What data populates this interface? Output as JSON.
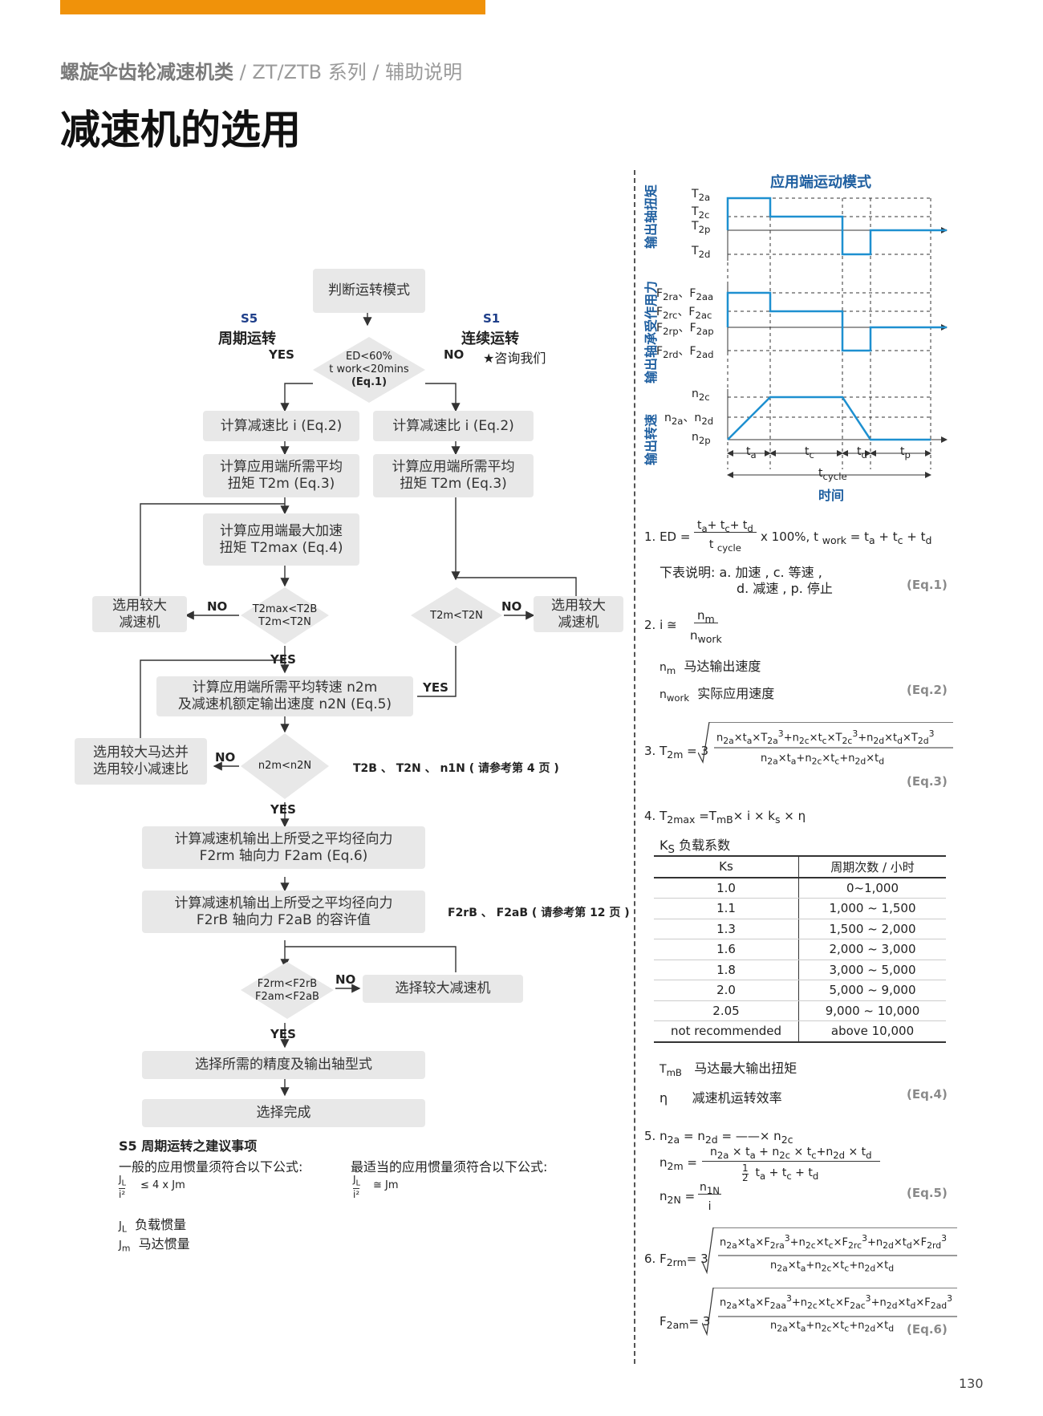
{
  "header": {
    "category": "螺旋伞齿轮减速机类",
    "series": " / ZT/ZTB 系列 / 辅助说明",
    "title": "减速机的选用"
  },
  "page_number": "130",
  "flow": {
    "start": "判断运转模式",
    "s5_code": "S5",
    "s5_label": "周期运转",
    "s1_code": "S1",
    "s1_label": "连续运转",
    "cond1_l1": "ED<60%",
    "cond1_l2": "t work<20mins",
    "cond1_l3": "(Eq.1)",
    "yes": "YES",
    "no": "NO",
    "contact": "★咨询我们",
    "ratio": "计算减速比 i (Eq.2)",
    "avg_torque_l1": "计算应用端所需平均",
    "avg_torque_l2": "扭矩 T2m (Eq.3)",
    "max_torque_l1": "计算应用端最大加速",
    "max_torque_l2": "扭矩 T2max (Eq.4)",
    "bigger_reducer_l1": "选用较大",
    "bigger_reducer_l2": "减速机",
    "cond2_l1": "T2max<T2B",
    "cond2_l2": "T2m<T2N",
    "cond3": "T2m<T2N",
    "speed_l1": "计算应用端所需平均转速 n2m",
    "speed_l2": "及减速机额定输出速度 n2N (Eq.5)",
    "motor_l1": "选用较大马达并",
    "motor_l2": "选用较小减速比",
    "cond4": "n2m<n2N",
    "ref4": "T2B 、 T2N 、 n1N ( 请参考第 4 页 )",
    "force_l1": "计算减速机输出上所受之平均径向力",
    "force_l2": "F2rm 轴向力 F2am (Eq.6)",
    "allow_l1": "计算减速机输出上所受之平均径向力",
    "allow_l2": "F2rB 轴向力 F2aB 的容许值",
    "ref12": "F2rB 、 F2aB ( 请参考第 12 页 )",
    "cond5_l1": "F2rm<F2rB",
    "cond5_l2": "F2am<F2aB",
    "choose_bigger": "选择较大减速机",
    "precision": "选择所需的精度及输出轴型式",
    "done": "选择完成"
  },
  "s5_notes": {
    "title": "S5 周期运转之建议事项",
    "general": "一般的应用惯量须符合以下公式:",
    "general_formula": "≤ 4 x Jm",
    "optimal": "最适当的应用惯量须符合以下公式:",
    "optimal_formula": "≅ Jm",
    "jl": "负载惯量",
    "jm": "马达惯量"
  },
  "motion_chart": {
    "title": "应用端运动模式",
    "torque_axis": "输出轴扭矩",
    "force_axis": "输出轴承受作用力",
    "speed_axis": "输出转速",
    "time": "时间",
    "t_cycle": "tcycle"
  },
  "eq_labels": {
    "eq1": "(Eq.1)",
    "eq2": "(Eq.2)",
    "eq3": "(Eq.3)",
    "eq4": "(Eq.4)",
    "eq5": "(Eq.5)",
    "eq6": "(Eq.6)"
  },
  "formulas": {
    "f1_note1": "下表说明: a. 加速 , c. 等速 ,",
    "f1_note2": "d. 减速 , p. 停止",
    "nm": "马达输出速度",
    "nwork": "实际应用速度",
    "ks": "负载系数",
    "tmb": "马达最大输出扭矩",
    "eta": "减速机运转效率"
  },
  "ks_table": {
    "headers": [
      "Ks",
      "周期次数 / 小时"
    ],
    "rows": [
      [
        "1.0",
        "0~1,000"
      ],
      [
        "1.1",
        "1,000 ~ 1,500"
      ],
      [
        "1.3",
        "1,500 ~ 2,000"
      ],
      [
        "1.6",
        "2,000 ~ 3,000"
      ],
      [
        "1.8",
        "3,000 ~ 5,000"
      ],
      [
        "2.0",
        "5,000 ~ 9,000"
      ],
      [
        "2.05",
        "9,000 ~ 10,000"
      ],
      [
        "not recommended",
        "above 10,000"
      ]
    ]
  },
  "colors": {
    "accent": "#f0920a",
    "signal": "#1e90d0",
    "label_blue": "#1f5fa0"
  }
}
